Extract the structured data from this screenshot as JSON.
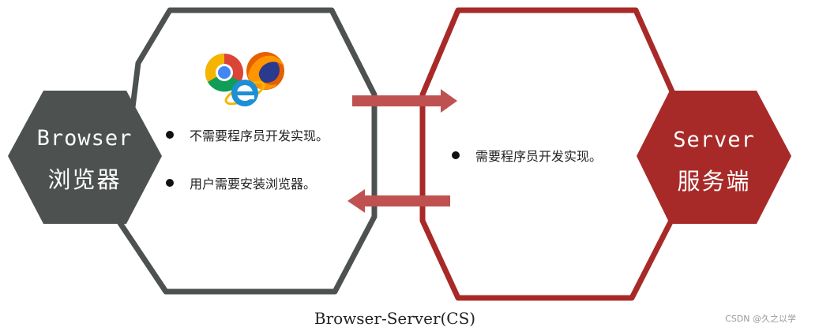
{
  "browser": {
    "title": "Browser",
    "subtitle": "浏览器",
    "bullets": [
      "不需要程序员开发实现。",
      "用户需要安装浏览器。"
    ]
  },
  "server": {
    "title": "Server",
    "subtitle": "服务端",
    "bullets": [
      "需要程序员开发实现。"
    ]
  },
  "caption": "Browser-Server(CS)",
  "watermark": "CSDN @久之以学",
  "colors": {
    "browser_dark": "#4d5150",
    "server_red": "#a82a28",
    "arrow_red": "#bf5250"
  },
  "icons": [
    "chrome-icon",
    "firefox-icon",
    "internet-explorer-icon"
  ]
}
